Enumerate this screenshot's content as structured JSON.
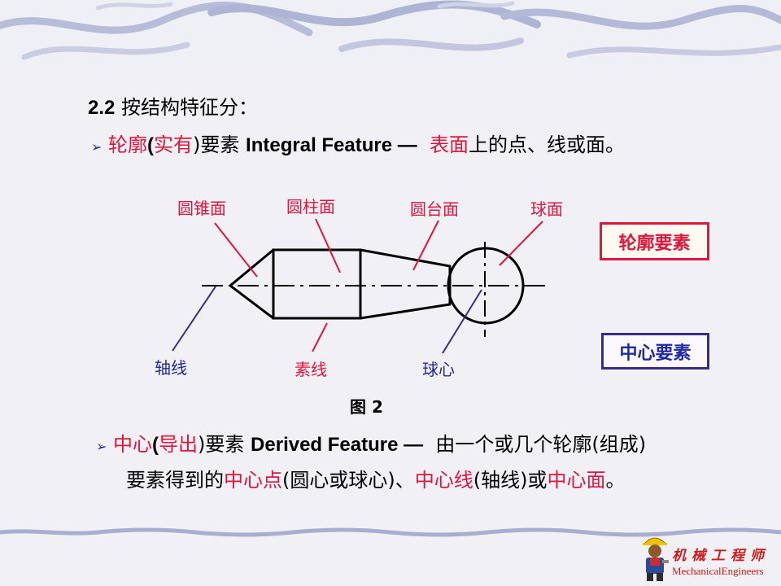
{
  "heading": {
    "number": "2.2",
    "text": "按结构特征分："
  },
  "bullet1": {
    "marker": "➢",
    "term_red_a": "轮廓",
    "paren_open": "(",
    "term_red_b": "实有",
    "paren_close": ")要素 ",
    "english": "Integral Feature —",
    "desc_red": "表面",
    "desc_rest": "上的点、线或面。"
  },
  "diagram": {
    "labels": {
      "cone_surface": "圆锥面",
      "cylinder_surface": "圆柱面",
      "frustum_surface": "圆台面",
      "sphere_surface": "球面",
      "axis": "轴线",
      "generatrix": "素线",
      "sphere_center": "球心"
    },
    "caption": "图 2",
    "box_integral": "轮廓要素",
    "box_derived": "中心要素",
    "colors": {
      "red_label": "#e0163c",
      "blue_label": "#1f2aa0",
      "outline": "#000000"
    }
  },
  "bullet2": {
    "marker": "➢",
    "term_red": "中心",
    "paren_open": "(",
    "term_red_b": "导出",
    "paren_close": ")要素 ",
    "english": "Derived Feature —",
    "desc_part1": "由一个或几个轮廓(组成)",
    "line2_a": "要素得到的",
    "line2_red1": "中心点",
    "line2_b": "(圆心或球心)、",
    "line2_red2": "中心线",
    "line2_c": "(轴线)或",
    "line2_red3": "中心面",
    "line2_d": "。"
  },
  "logo": {
    "cn": "机械工程师",
    "en": "MechanicalEngineers"
  }
}
